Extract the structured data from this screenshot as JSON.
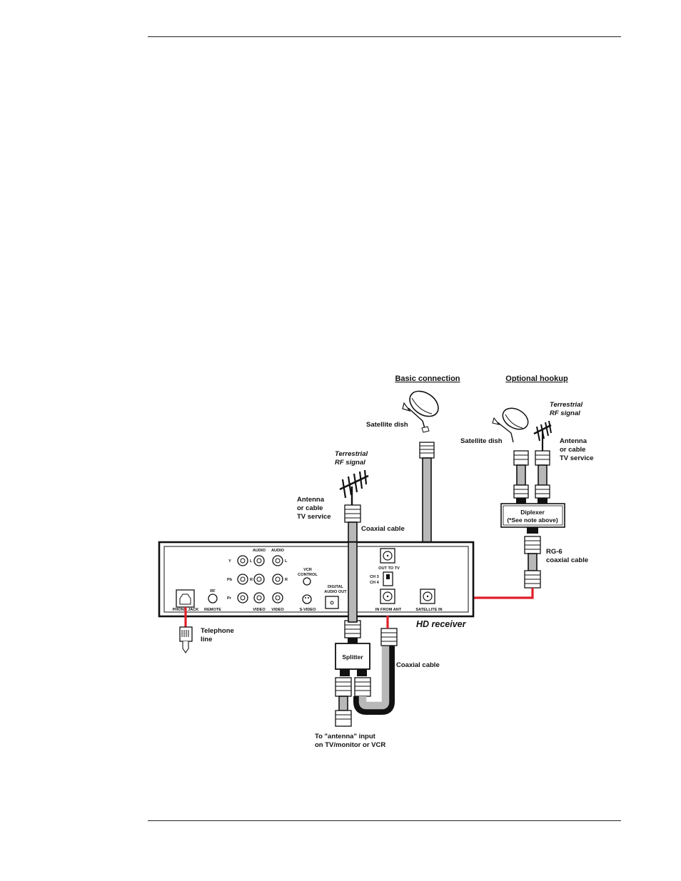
{
  "labels": {
    "basic_connection": "Basic connection",
    "optional_hookup": "Optional hookup",
    "satellite_dish": "Satellite dish",
    "terrestrial_1": "Terrestrial",
    "terrestrial_2": "RF signal",
    "antenna_1": "Antenna",
    "antenna_2": "or cable",
    "antenna_3": "TV service",
    "coaxial_cable": "Coaxial cable",
    "diplexer_1": "Diplexer",
    "diplexer_2": "(*See note above)",
    "rg6_1": "RG-6",
    "rg6_2": "coaxial cable",
    "hd_receiver": "HD receiver",
    "telephone_1": "Telephone",
    "telephone_2": "line",
    "splitter": "Splitter",
    "to_antenna_1": "To \"antenna\" input",
    "to_antenna_2": "on TV/monitor or VCR"
  },
  "panel": {
    "audio": "AUDIO",
    "y": "Y",
    "pb": "Pb",
    "pr": "Pr",
    "l": "L",
    "r": "R",
    "video": "VIDEO",
    "vcr_control_1": "VCR",
    "vcr_control_2": "CONTROL",
    "svideo": "S-VIDEO",
    "digital_audio_1": "DIGITAL",
    "digital_audio_2": "AUDIO OUT",
    "rf": "RF",
    "remote": "REMOTE",
    "phone_jack": "PHONE JACK",
    "out_to_tv": "OUT TO TV",
    "ch3": "CH 3",
    "ch4": "CH 4",
    "in_from_ant": "IN FROM ANT",
    "satellite_in": "SATELLITE IN"
  },
  "colors": {
    "connection_line": "#e0202a",
    "cable": "#b8b8b8"
  }
}
